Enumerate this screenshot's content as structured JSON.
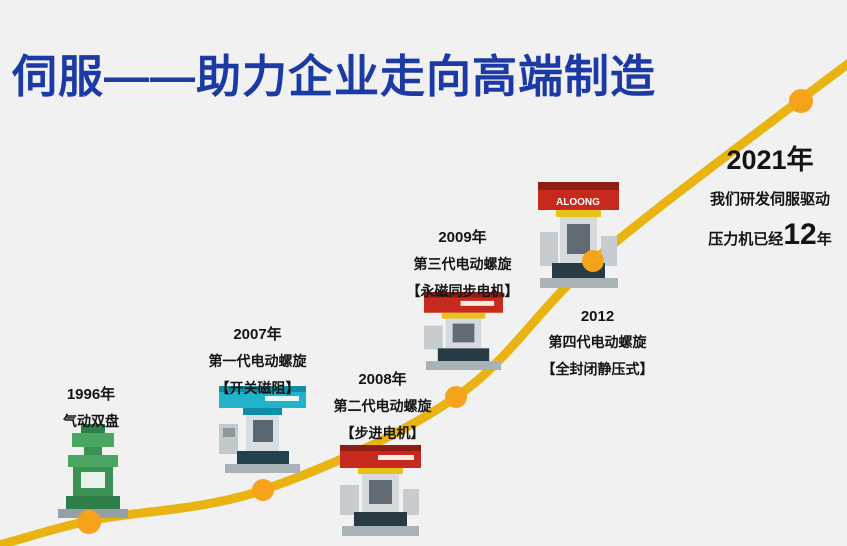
{
  "title": "伺服——助力企业走向高端制造",
  "milestones": [
    {
      "year": "1996年",
      "label": "气动双盘",
      "sub": ""
    },
    {
      "year": "2007年",
      "label": "第一代电动螺旋",
      "sub": "【开关磁阻】"
    },
    {
      "year": "2008年",
      "label": "第二代电动螺旋",
      "sub": "【步进电机】"
    },
    {
      "year": "2009年",
      "label": "第三代电动螺旋",
      "sub": "【永磁同步电机】"
    },
    {
      "year": "2012",
      "label": "第四代电动螺旋",
      "sub": "【全封闭静压式】"
    }
  ],
  "finale": {
    "year": "2021年",
    "line1": "我们研发伺服驱动",
    "line2_prefix": "压力机已经",
    "line2_number": "12",
    "line2_suffix": "年"
  },
  "machines": {
    "brand": "ALOONG"
  },
  "colors": {
    "background": "#f1f1f2",
    "title": "#1c3aa3",
    "curve": "#e9b411",
    "dot": "#f6a21b",
    "text": "#141414",
    "machine_green": "#4aa763",
    "machine_teal": "#22b3cb",
    "machine_red": "#c52a1c"
  }
}
